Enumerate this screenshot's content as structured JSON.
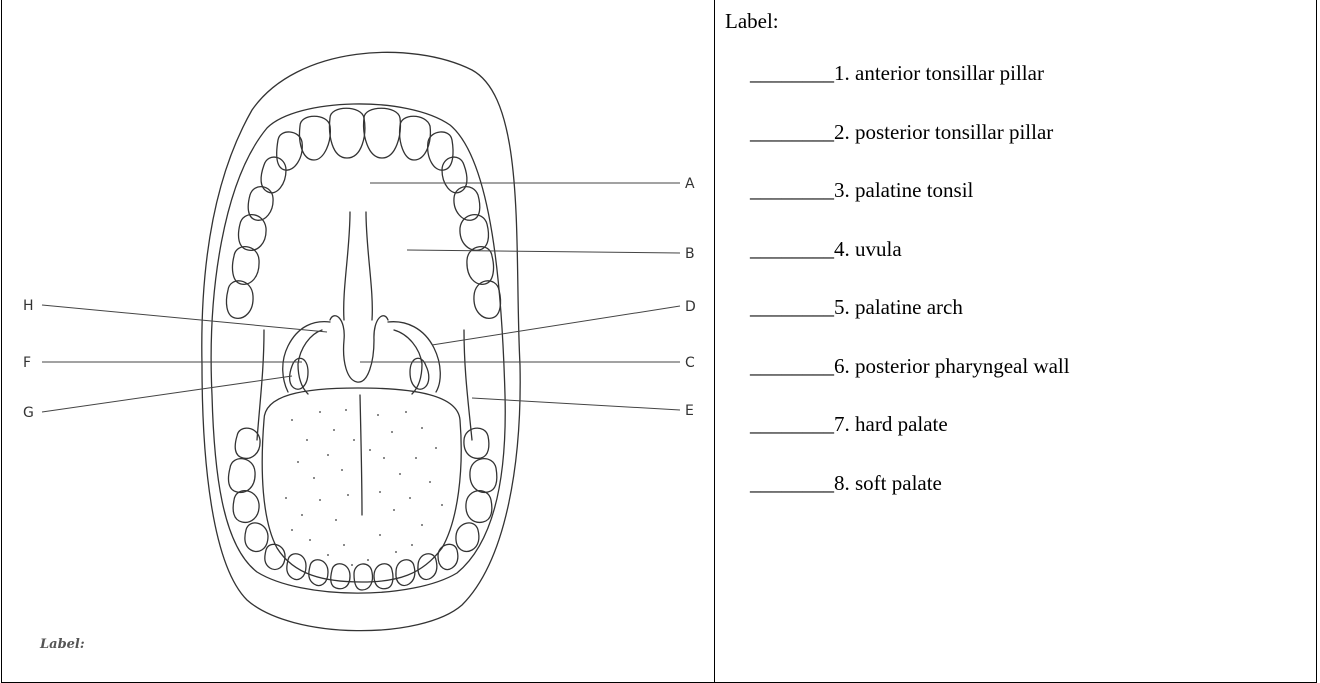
{
  "diagram": {
    "letters": [
      "A",
      "B",
      "C",
      "D",
      "E",
      "F",
      "G",
      "H"
    ],
    "caption": "Label:"
  },
  "answer_sheet": {
    "heading": "Label:",
    "items": [
      "________1. anterior tonsillar pillar",
      "________2. posterior tonsillar pillar",
      "________3. palatine tonsil",
      "________4. uvula",
      "________5. palatine arch",
      "________6. posterior pharyngeal wall",
      "________7. hard palate",
      "________8. soft palate"
    ]
  }
}
